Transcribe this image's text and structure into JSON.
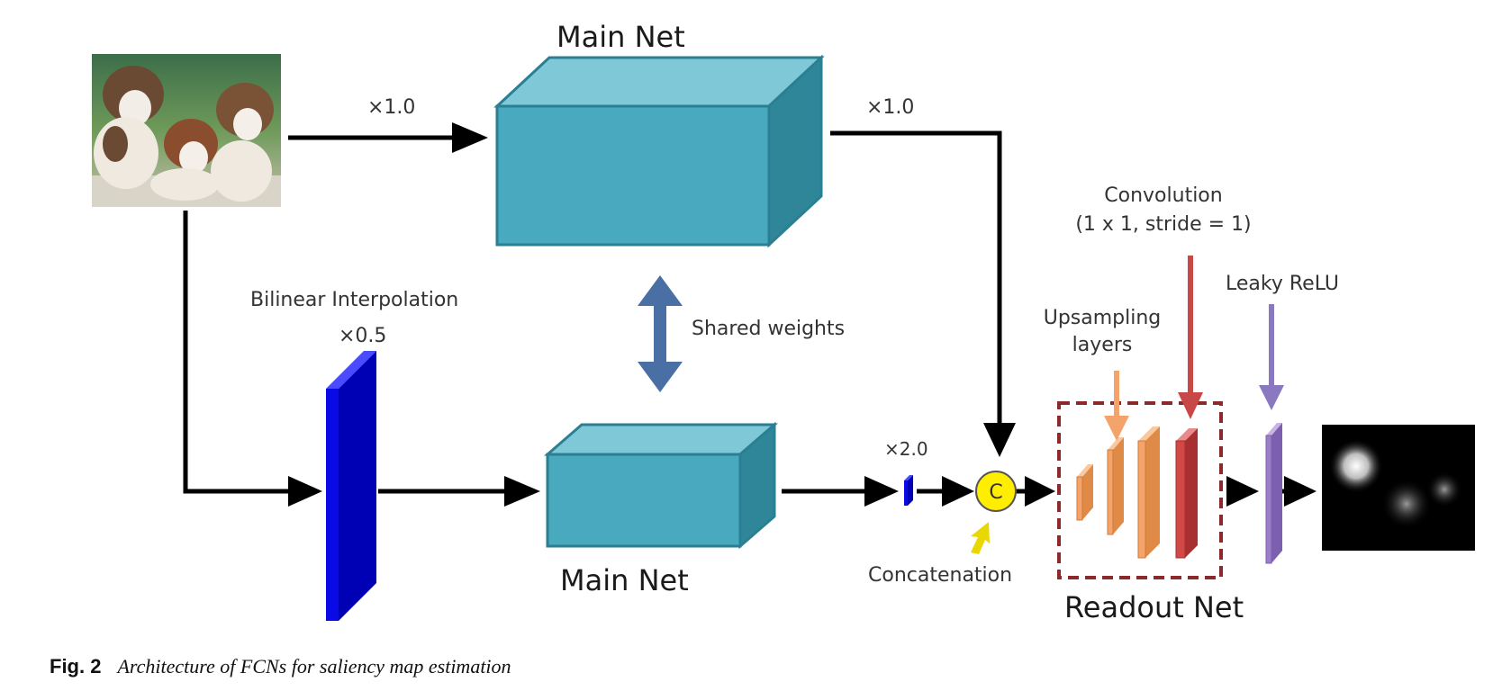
{
  "diagram": {
    "main_net_top_title": "Main Net",
    "main_net_bottom_title": "Main Net",
    "scale_top_in": "×1.0",
    "scale_top_out": "×1.0",
    "bilinear_label": "Bilinear Interpolation",
    "bilinear_scale": "×0.5",
    "shared_weights": "Shared weights",
    "upscale_label": "×2.0",
    "concat_symbol": "C",
    "concatenation": "Concatenation",
    "convolution_line1": "Convolution",
    "convolution_line2": "(1 x 1, stride = 1)",
    "upsampling_line1": "Upsampling",
    "upsampling_line2": "layers",
    "leaky_relu": "Leaky ReLU",
    "readout_net": "Readout Net"
  },
  "caption": {
    "figure_label": "Fig. 2",
    "text": "Architecture of FCNs for saliency map estimation"
  },
  "colors": {
    "main_net_front": "#49aabf",
    "main_net_top": "#7ec8d8",
    "main_net_side": "#2f8699",
    "bilinear_block": "#0a0ae6",
    "shared_arrow": "#4a6fa5",
    "concat_fill": "#ffee00",
    "concat_arrow": "#e8d800",
    "upsampling": "#f4a46a",
    "convolution": "#d04848",
    "leaky_relu": "#9b7ec8",
    "readout_border": "#8b2a2a"
  }
}
